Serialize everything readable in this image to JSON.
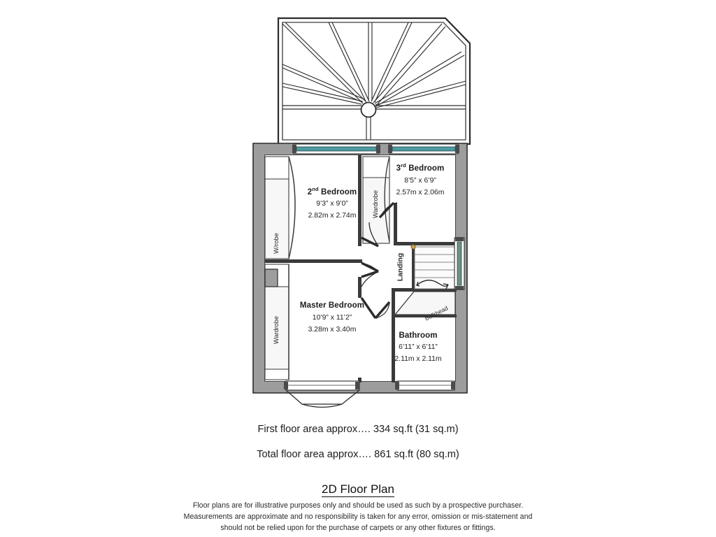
{
  "page": {
    "title": "2D Floor Plan",
    "background": "#ffffff"
  },
  "floorplan": {
    "floor_label": "First floor",
    "colors": {
      "wall_fill": "#9d9d9d",
      "wall_stroke": "#2b2b2b",
      "room_fill": "#ffffff",
      "interior_wall": "#3a3a3a",
      "window_glass": "#4f9aa0",
      "window_glass_right": "#6f8f84",
      "fixture_fill": "#f7f7f7",
      "text": "#1c1c1c",
      "hub": "#b89a4a"
    },
    "rooms": [
      {
        "id": "bedroom-2",
        "name": "2",
        "name_sup": "nd",
        "name_rest": " Bedroom",
        "dim_imperial": "9’3” x 9’0”",
        "dim_metric": "2.82m x 2.74m"
      },
      {
        "id": "bedroom-3",
        "name": "3",
        "name_sup": "rd",
        "name_rest": " Bedroom",
        "dim_imperial": "8’5” x 6’9”",
        "dim_metric": "2.57m x 2.06m"
      },
      {
        "id": "master-bedroom",
        "name": "Master Bedroom",
        "name_sup": "",
        "name_rest": "",
        "dim_imperial": "10’9” x 11’2”",
        "dim_metric": "3.28m x 3.40m"
      },
      {
        "id": "bathroom",
        "name": "Bathroom",
        "name_sup": "",
        "name_rest": "",
        "dim_imperial": "6’11” x 6’11”",
        "dim_metric": "2.11m x 2.11m"
      }
    ],
    "spaces": [
      {
        "id": "landing",
        "label": "Landing"
      }
    ],
    "fixtures": [
      {
        "id": "wardrobe-bedroom2",
        "label": "W/robe"
      },
      {
        "id": "wardrobe-bedroom3",
        "label": "Wardrobe"
      },
      {
        "id": "wardrobe-master",
        "label": "Wardrobe"
      },
      {
        "id": "bulkhead",
        "label": "Bulkhead"
      }
    ],
    "features": {
      "bay_window": "bow-window-master-bedroom",
      "staircase": "staircase-down",
      "stair_direction_icon": "stair-down-arrow-icon",
      "roof_fan": "fan-light-gable-icon",
      "stair_treads": 5,
      "fan_rays": 13
    }
  },
  "footer": {
    "first_floor_area": "First floor area approx…. 334 sq.ft (31 sq.m)",
    "total_floor_area": "Total floor area approx…. 861 sq.ft (80 sq.m)",
    "title": "2D Floor Plan",
    "disclaimer_line1": "Floor plans are for illustrative purposes only and should be used as such by a prospective purchaser.",
    "disclaimer_line2": "Measurements are approximate and no responsibility is taken for any error, omission or mis-statement and",
    "disclaimer_line3": "should not be relied upon for the purchase of carpets or any other fixtures or fittings."
  }
}
